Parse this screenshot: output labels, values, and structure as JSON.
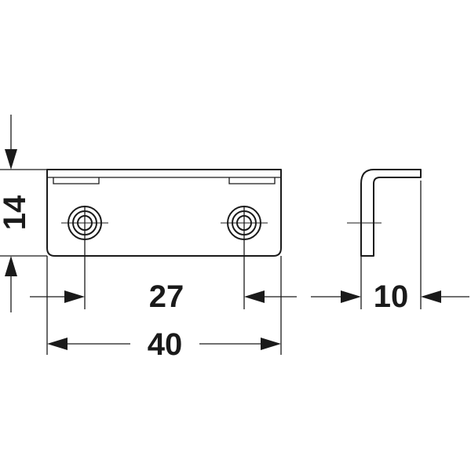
{
  "dimensions": {
    "height": "14",
    "hole_spacing": "27",
    "length": "40",
    "thickness": "10"
  }
}
